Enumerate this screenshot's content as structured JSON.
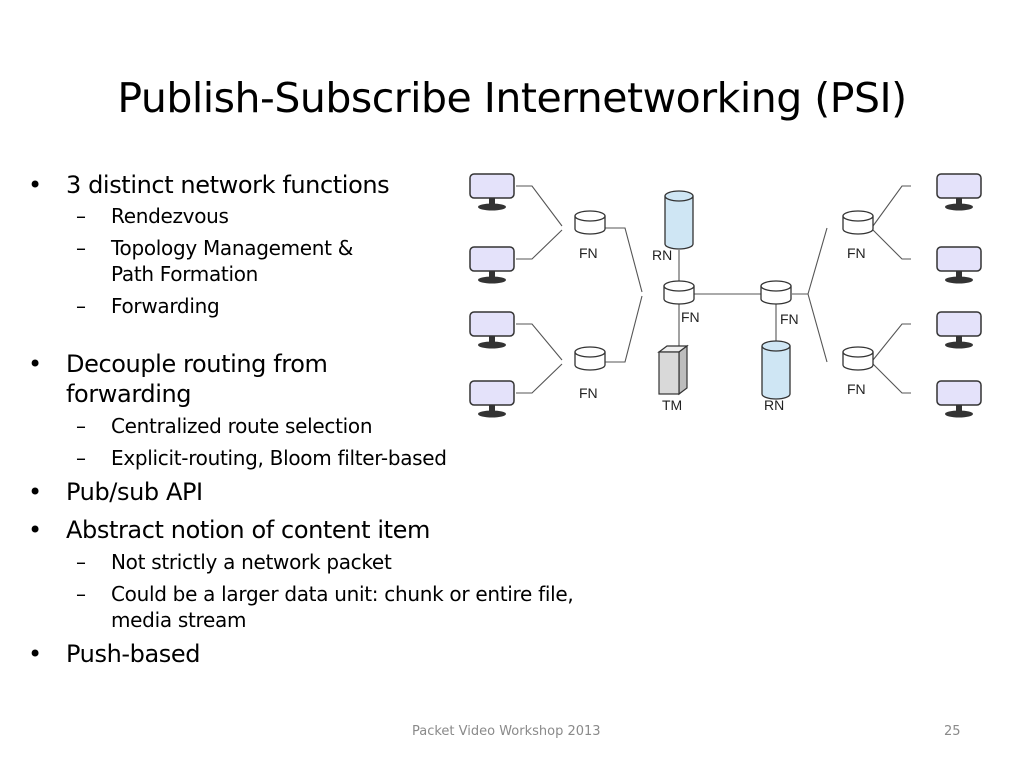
{
  "title": "Publish-Subscribe Internetworking (PSI)",
  "bullets": {
    "b1": "3 distinct network functions",
    "b1_sub1": "Rendezvous",
    "b1_sub2_line1": "Topology Management &",
    "b1_sub2_line2": "Path Formation",
    "b1_sub3": "Forwarding",
    "b2_line1": "Decouple routing from",
    "b2_line2": "forwarding",
    "b2_sub1": "Centralized route selection",
    "b2_sub2": "Explicit-routing, Bloom filter-based",
    "b3": "Pub/sub API",
    "b4": "Abstract notion of content item",
    "b4_sub1": "Not strictly a network packet",
    "b4_sub2": "Could be a larger data unit: chunk or entire file, media stream",
    "b5": "Push-based",
    "bullet_symbol": "•",
    "dash_symbol": "–"
  },
  "diagram": {
    "fn": "FN",
    "rn": "RN",
    "tm": "TM"
  },
  "footer": {
    "center": "Packet Video Workshop 2013",
    "page": "25"
  },
  "colors": {
    "computer_fill": "#e4e2fa",
    "storage_fill": "#cfe6f4",
    "tm_fill": "#d9d9d9",
    "line": "#555555"
  }
}
